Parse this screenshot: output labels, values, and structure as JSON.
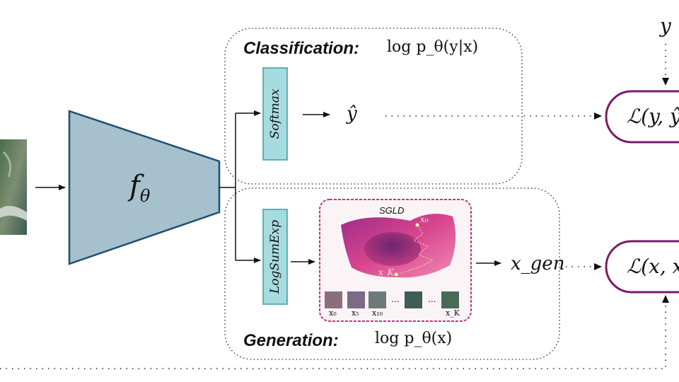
{
  "encoder": {
    "label_main": "f",
    "label_sub": "θ"
  },
  "classification": {
    "title": "Classification:",
    "formula": "log p_θ(y|x)",
    "softmax_label": "Softmax",
    "output_label": "ŷ"
  },
  "generation": {
    "title": "Generation:",
    "formula": "log p_θ(x)",
    "logsumexp_label": "LogSumExp",
    "sgld_title": "SGLD",
    "surface_labels": {
      "start": "x₀",
      "end": "x_K"
    },
    "sample_labels": [
      "x₀",
      "x₅",
      "x₁₀",
      "...",
      "...",
      "x_K"
    ],
    "output_label": "x_gen"
  },
  "losses": {
    "class_loss": "ℒ(y, ŷ",
    "gen_loss": "ℒ(x, x",
    "target_label": "y"
  },
  "colors": {
    "encoder_fill": "#a7c0cd",
    "encoder_stroke": "#1c4f6e",
    "module_fill": "#a6dbe0",
    "module_stroke": "#3f9aa6",
    "loss_stroke": "#7a1a6c",
    "sgld_frame": "#c2367e"
  }
}
